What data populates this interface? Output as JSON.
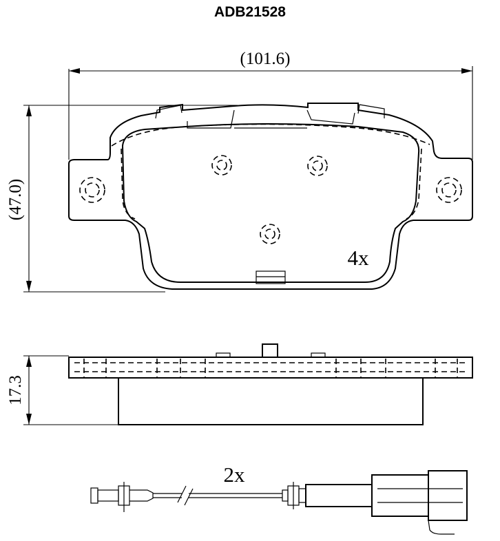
{
  "title": "ADB21528",
  "dimensions": {
    "width": "(101.6)",
    "height": "(47.0)",
    "thickness": "17.3"
  },
  "pad_quantity": "4x",
  "sensor_quantity": "2x"
}
